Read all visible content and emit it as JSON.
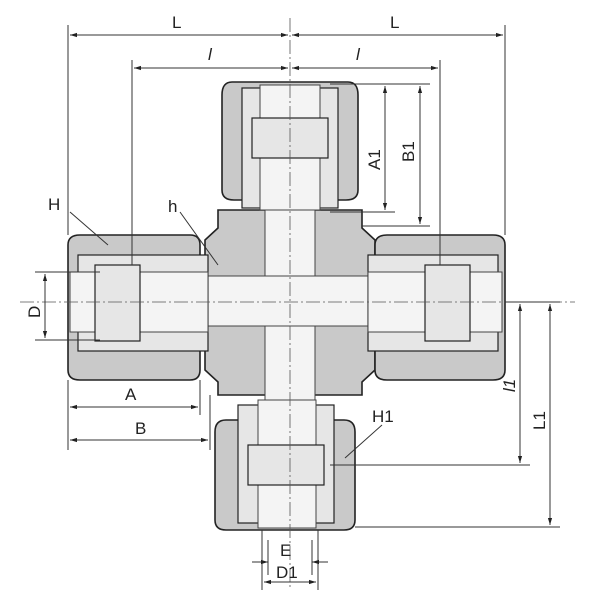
{
  "diagram": {
    "labels": {
      "L_left": "L",
      "L_right": "L",
      "l_left": "l",
      "l_right": "l",
      "A1": "A1",
      "B1": "B1",
      "H": "H",
      "h": "h",
      "D": "D",
      "A": "A",
      "B": "B",
      "H1": "H1",
      "l1": "l1",
      "L1": "L1",
      "E": "E",
      "D1": "D1"
    },
    "colors": {
      "body": "#c9c9c9",
      "line": "#222222"
    }
  }
}
